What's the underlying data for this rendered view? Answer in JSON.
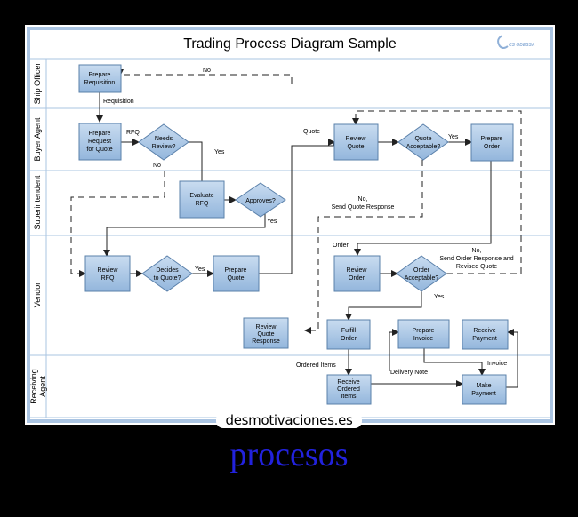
{
  "diagram": {
    "title": "Trading Process Diagram Sample",
    "logo_text": "CS ODESSA",
    "lanes": [
      "Ship Officer",
      "Buyer Agent",
      "Superintendent",
      "Vendor",
      "Receiving Agent"
    ],
    "shapes": {
      "prepare_requisition": "Prepare Requisition",
      "prepare_rfq": "Prepare Request for Quote",
      "needs_review": "Needs Review?",
      "evaluate_rfq": "Evaluate RFQ",
      "approves": "Approves?",
      "review_rfq": "Review RFQ",
      "decides_to_quote": "Decides to Quote?",
      "prepare_quote": "Prepare Quote",
      "review_quote_response": "Review Quote Response",
      "review_quote": "Review Quote",
      "quote_acceptable": "Quote Acceptable?",
      "prepare_order": "Prepare Order",
      "review_order": "Review Order",
      "order_acceptable": "Order Acceptable?",
      "fulfill_order": "Fulfill Order",
      "prepare_invoice": "Prepare Invoice",
      "receive_payment": "Receive Payment",
      "receive_ordered_items": "Receive Ordered Items",
      "make_payment": "Make Payment"
    },
    "labels": {
      "no": "No",
      "requisition": "Requisition",
      "rfq": "RFQ",
      "yes": "Yes",
      "quote": "Quote",
      "no_send_quote_response": "No, Send Quote Response",
      "order": "Order",
      "no_send_order_response": "No, Send Order Response and Revised Quote",
      "ordered_items": "Ordered Items",
      "delivery_note": "Delivery Note",
      "invoice": "Invoice"
    }
  },
  "watermark": "desmotivaciones.es",
  "caption": "procesos",
  "colors": {
    "background": "#000000",
    "diagram_bg": "#ffffff",
    "border": "#aac4e2",
    "shape_fill": "#a9c6e4",
    "shape_stroke": "#5a80aa",
    "caption": "#2222dd"
  }
}
